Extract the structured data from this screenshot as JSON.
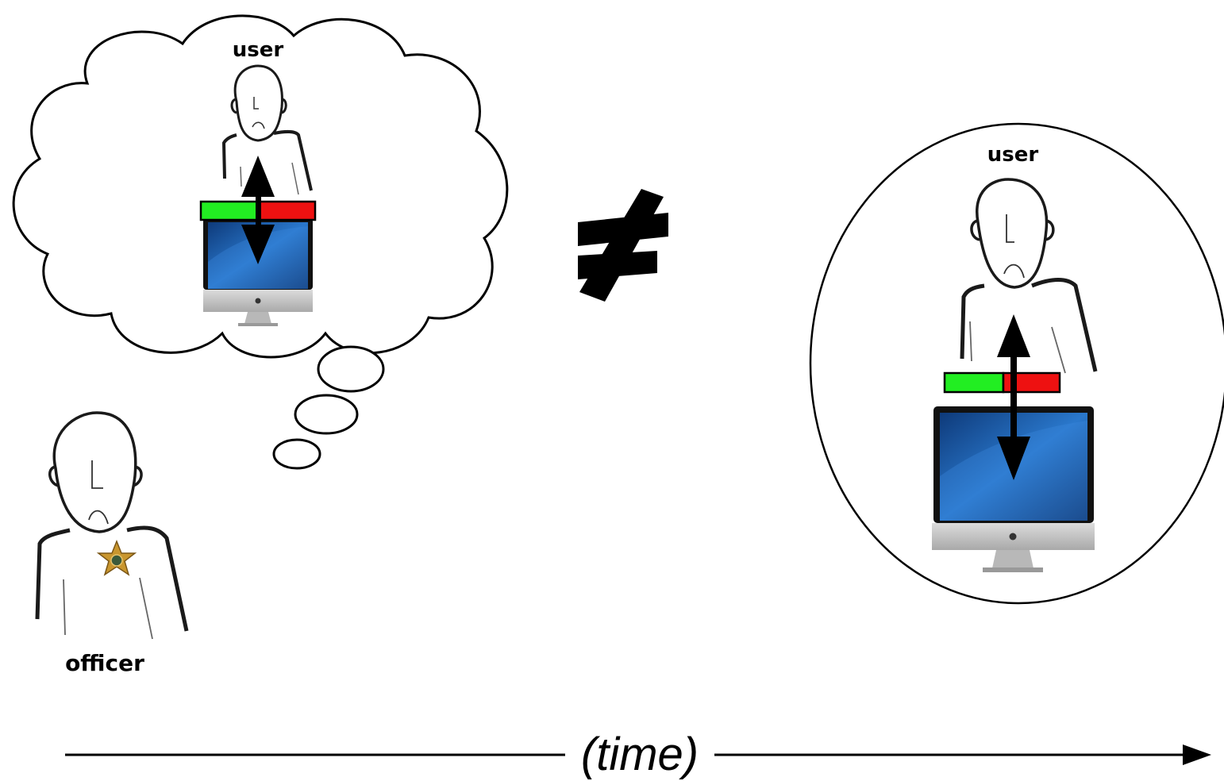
{
  "labels": {
    "user_in_thought": "user",
    "user_in_reality": "user",
    "officer": "officer",
    "time": "(time)"
  },
  "symbols": {
    "not_equal": "≠"
  },
  "colors": {
    "slider_green": "#22ee22",
    "slider_red": "#ee1111",
    "screen_blue": "#1f63b8",
    "monitor_silver": "#c8c8c8",
    "badge_gold": "#c9962e"
  },
  "icons": {
    "person": "stick-person",
    "computer": "imac-monitor",
    "badge": "sheriff-star-badge",
    "arrow": "double-headed-arrow"
  }
}
